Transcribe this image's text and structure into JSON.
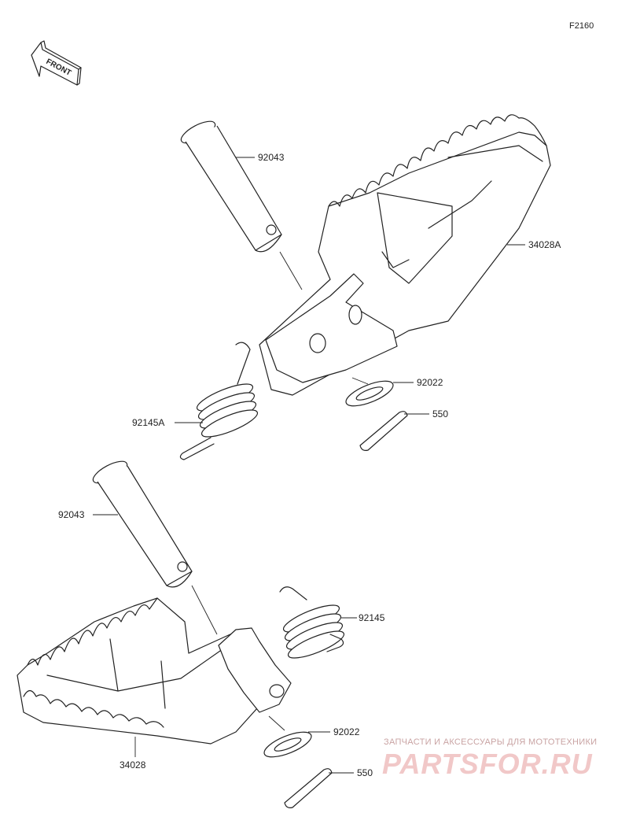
{
  "figure_code": "F2160",
  "front_arrow_label": "FRONT",
  "colors": {
    "line": "#222222",
    "background": "#ffffff",
    "watermark": "#f1c8c8"
  },
  "parts": {
    "upper_pin": "92043",
    "upper_footpeg": "34028A",
    "upper_washer": "92022",
    "upper_cotter": "550",
    "upper_spring": "92145A",
    "lower_pin": "92043",
    "lower_spring": "92145",
    "lower_washer": "92022",
    "lower_cotter": "550",
    "lower_footpeg": "34028"
  },
  "watermark": {
    "tagline": "ЗАПЧАСТИ И АКСЕССУАРЫ ДЛЯ МОТОТЕХНИКИ",
    "brand": "PARTSFOR.RU"
  }
}
